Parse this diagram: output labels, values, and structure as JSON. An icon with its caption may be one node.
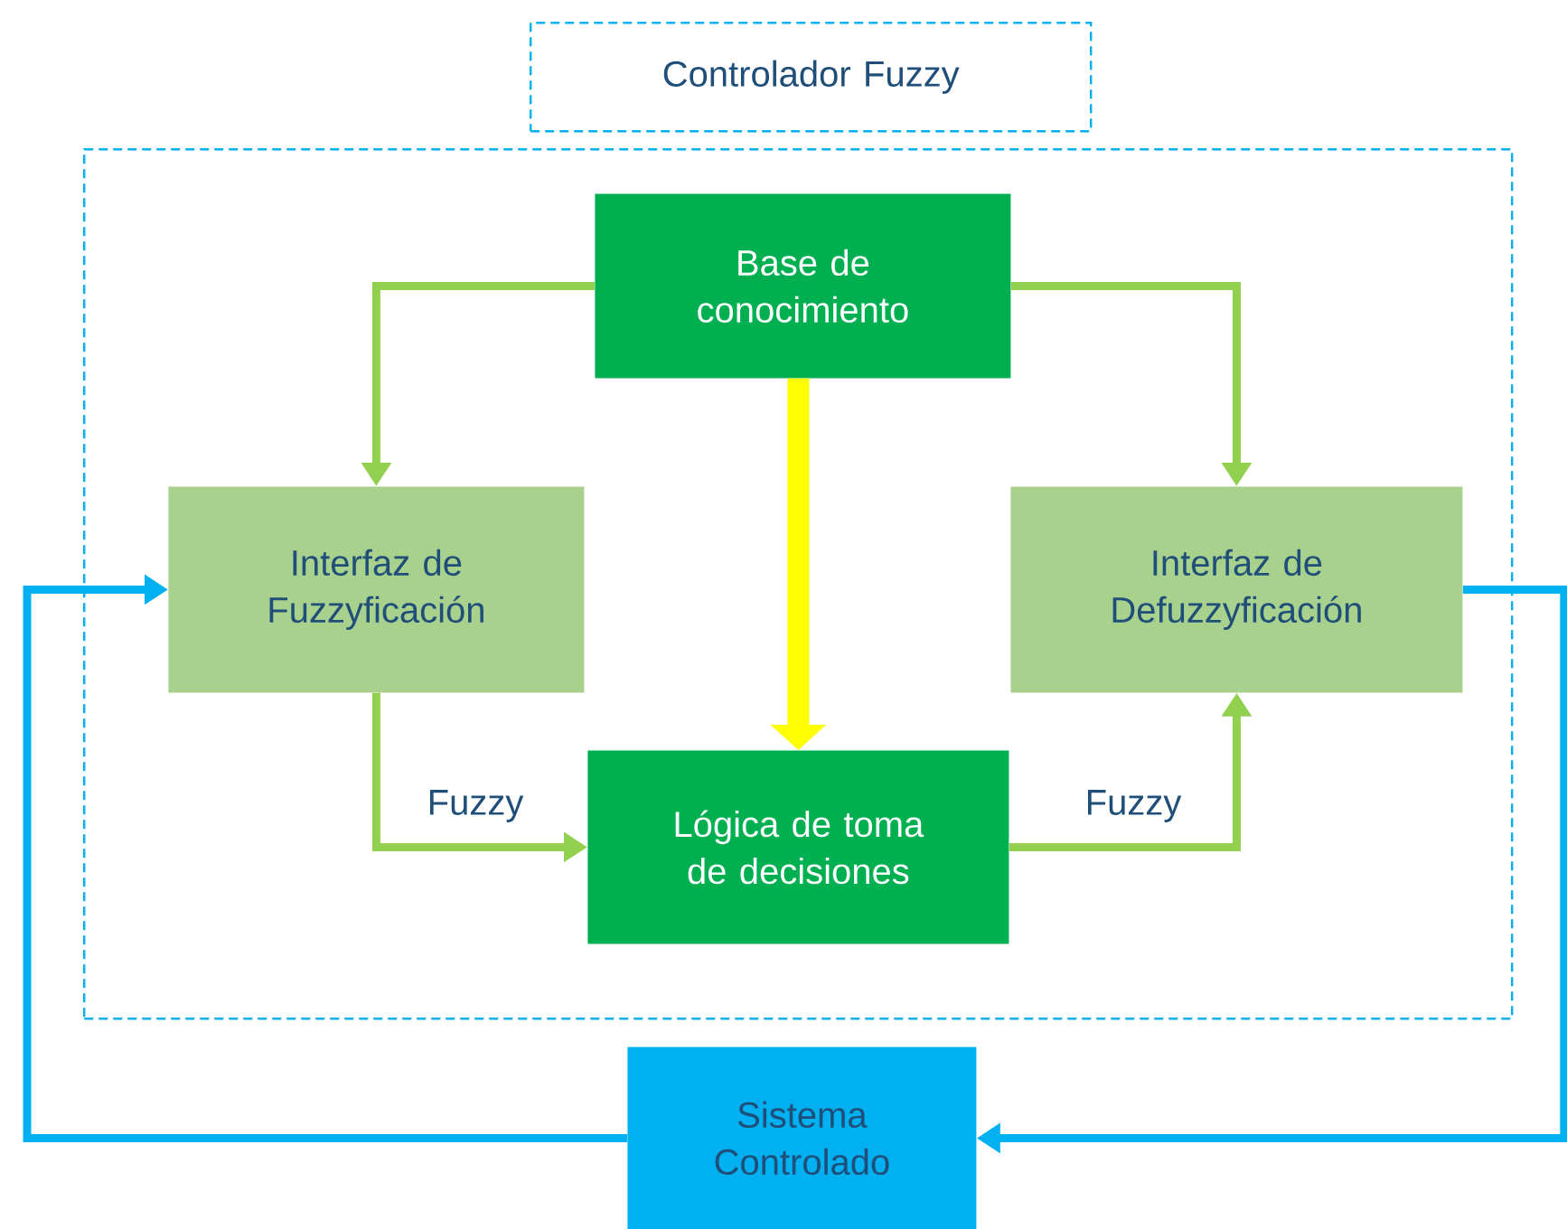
{
  "diagram": {
    "nodes": [
      {
        "text": [
          "Controlador Fuzzy"
        ]
      },
      {
        "text": [],
        "shape": "box"
      },
      {
        "text": [
          "Base de conocimiento"
        ],
        "in": 1
      },
      {
        "text": [
          "Interfaz de Fuzzyficación"
        ],
        "in": 1
      },
      {
        "text": [
          "Interfaz de Defuzzyficación"
        ],
        "in": 1
      },
      {
        "text": [
          "Lógica de toma de decisiones"
        ],
        "in": 1
      },
      {
        "text": [
          "Sistema Controlado"
        ]
      }
    ],
    "edges": [
      {
        "from": 2,
        "to": 3,
        "arrow": "to"
      },
      {
        "from": 2,
        "to": 4,
        "arrow": "to"
      },
      {
        "from": 2,
        "to": 5,
        "arrow": "to",
        "style": "thick",
        "color": "#ffff00"
      },
      {
        "from": 3,
        "to": 5,
        "arrow": "to",
        "label": "Fuzzy"
      },
      {
        "from": 5,
        "to": 4,
        "arrow": "to",
        "label": "Fuzzy"
      },
      {
        "from": 4,
        "to": 6,
        "arrow": "to",
        "color": "#00b0f0"
      },
      {
        "from": 6,
        "to": 3,
        "arrow": "to",
        "color": "#00b0f0"
      }
    ]
  }
}
